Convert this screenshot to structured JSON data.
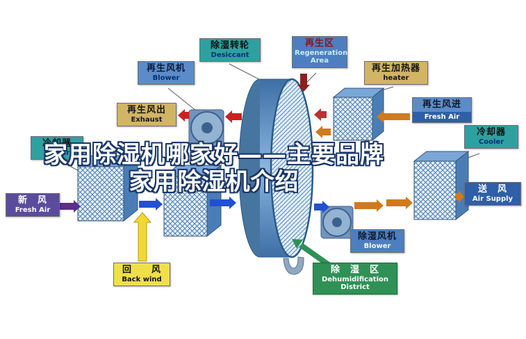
{
  "watermark": {
    "line1": "家用除湿机哪家好——主要品牌",
    "line2": "家用除湿机介绍"
  },
  "labels": {
    "regen_blower": {
      "zh": "再生风机",
      "en": "Blower"
    },
    "desiccant": {
      "zh": "除湿转轮",
      "en": "Desiccant"
    },
    "regen_area": {
      "zh": "再生区",
      "en": "Regeneration Area"
    },
    "heater": {
      "zh": "再生加热器",
      "en": "heater"
    },
    "exhaust": {
      "zh": "再生风出",
      "en": "Exhaust"
    },
    "regen_fresh_air": {
      "zh": "再生风进",
      "en": "Fresh Air"
    },
    "cooler_left": {
      "zh": "冷却器",
      "en": "Cooler"
    },
    "cooler_right": {
      "zh": "冷却器",
      "en": "Cooler"
    },
    "fresh_air": {
      "zh": "新　风",
      "en": "Fresh Air"
    },
    "air_supply": {
      "zh": "送　风",
      "en": "Air Supply"
    },
    "back_wind": {
      "zh": "回　　风",
      "en": "Back wind"
    },
    "dehum_blower": {
      "zh": "除湿风机",
      "en": "Blower"
    },
    "dehum_zone": {
      "zh": "除　湿　区",
      "en": "Dehumidification District"
    }
  },
  "colors": {
    "process_air_arrow": "#2150d0",
    "fresh_air_arrow": "#5b2d8e",
    "return_air_arrow": "#f2d832",
    "regen_hot_arrow": "#cc2020",
    "regen_inlet_arrow": "#cf7a1e",
    "dehum_zone_arrow": "#2f9155",
    "rotor_blue": "#4a7db5",
    "label_teal": "#2fa0a0",
    "label_tan": "#d2b465",
    "label_green": "#2f9155"
  }
}
